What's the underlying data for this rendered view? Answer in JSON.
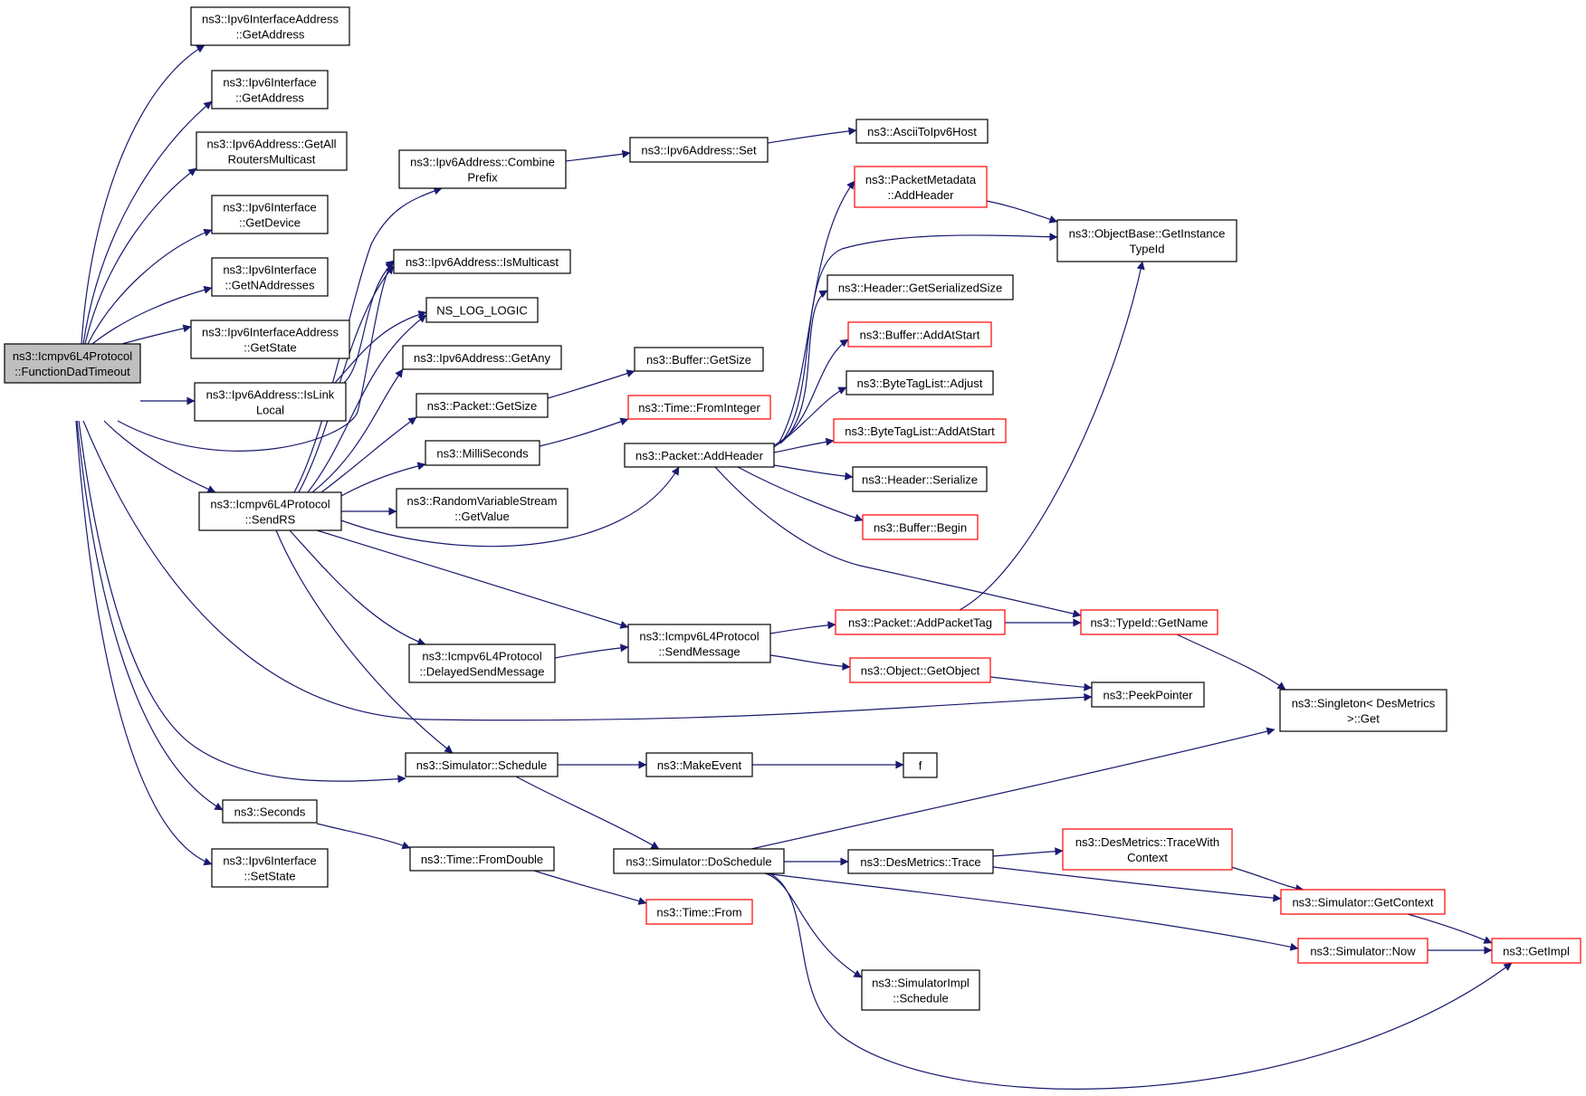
{
  "colors": {
    "edge": "#191970",
    "black_border": "#000000",
    "red_border": "#ff0000",
    "root_fill": "#bfbfbf",
    "node_fill": "#ffffff"
  },
  "nodes": {
    "n_root": {
      "lines": [
        "ns3::Icmpv6L4Protocol",
        "::FunctionDadTimeout"
      ],
      "style": "root"
    },
    "n_ifaddr_getaddr": {
      "lines": [
        "ns3::Ipv6InterfaceAddress",
        "::GetAddress"
      ],
      "style": "black"
    },
    "n_iface_getaddr": {
      "lines": [
        "ns3::Ipv6Interface",
        "::GetAddress"
      ],
      "style": "black"
    },
    "n_getall": {
      "lines": [
        "ns3::Ipv6Address::GetAll",
        "RoutersMulticast"
      ],
      "style": "black"
    },
    "n_getdevice": {
      "lines": [
        "ns3::Ipv6Interface",
        "::GetDevice"
      ],
      "style": "black"
    },
    "n_getnaddr": {
      "lines": [
        "ns3::Ipv6Interface",
        "::GetNAddresses"
      ],
      "style": "black"
    },
    "n_getstate": {
      "lines": [
        "ns3::Ipv6InterfaceAddress",
        "::GetState"
      ],
      "style": "black"
    },
    "n_islinklocal": {
      "lines": [
        "ns3::Ipv6Address::IsLink",
        "Local"
      ],
      "style": "black"
    },
    "n_sendrs": {
      "lines": [
        "ns3::Icmpv6L4Protocol",
        "::SendRS"
      ],
      "style": "black"
    },
    "n_seconds": {
      "lines": [
        "ns3::Seconds"
      ],
      "style": "black"
    },
    "n_setstate": {
      "lines": [
        "ns3::Ipv6Interface",
        "::SetState"
      ],
      "style": "black"
    },
    "n_combine": {
      "lines": [
        "ns3::Ipv6Address::Combine",
        "Prefix"
      ],
      "style": "black"
    },
    "n_ismulticast": {
      "lines": [
        "ns3::Ipv6Address::IsMulticast"
      ],
      "style": "black"
    },
    "n_nslog": {
      "lines": [
        "NS_LOG_LOGIC"
      ],
      "style": "black"
    },
    "n_getany": {
      "lines": [
        "ns3::Ipv6Address::GetAny"
      ],
      "style": "black"
    },
    "n_pkt_getsize": {
      "lines": [
        "ns3::Packet::GetSize"
      ],
      "style": "black"
    },
    "n_milli": {
      "lines": [
        "ns3::MilliSeconds"
      ],
      "style": "black"
    },
    "n_rvs": {
      "lines": [
        "ns3::RandomVariableStream",
        "::GetValue"
      ],
      "style": "black"
    },
    "n_delayed": {
      "lines": [
        "ns3::Icmpv6L4Protocol",
        "::DelayedSendMessage"
      ],
      "style": "black"
    },
    "n_schedule": {
      "lines": [
        "ns3::Simulator::Schedule"
      ],
      "style": "black"
    },
    "n_fromdouble": {
      "lines": [
        "ns3::Time::FromDouble"
      ],
      "style": "black"
    },
    "n_set": {
      "lines": [
        "ns3::Ipv6Address::Set"
      ],
      "style": "black"
    },
    "n_ascii": {
      "lines": [
        "ns3::AsciiToIpv6Host"
      ],
      "style": "black"
    },
    "n_buf_getsize": {
      "lines": [
        "ns3::Buffer::GetSize"
      ],
      "style": "black"
    },
    "n_frominteger": {
      "lines": [
        "ns3::Time::FromInteger"
      ],
      "style": "red"
    },
    "n_addheader": {
      "lines": [
        "ns3::Packet::AddHeader"
      ],
      "style": "black"
    },
    "n_sendmessage": {
      "lines": [
        "ns3::Icmpv6L4Protocol",
        "::SendMessage"
      ],
      "style": "black"
    },
    "n_makeevent": {
      "lines": [
        "ns3::MakeEvent"
      ],
      "style": "black"
    },
    "n_doschedule": {
      "lines": [
        "ns3::Simulator::DoSchedule"
      ],
      "style": "black"
    },
    "n_timefrom": {
      "lines": [
        "ns3::Time::From"
      ],
      "style": "red"
    },
    "n_pm_addheader": {
      "lines": [
        "ns3::PacketMetadata",
        "::AddHeader"
      ],
      "style": "red"
    },
    "n_hdr_getsersize": {
      "lines": [
        "ns3::Header::GetSerializedSize"
      ],
      "style": "black"
    },
    "n_buf_addatstart": {
      "lines": [
        "ns3::Buffer::AddAtStart"
      ],
      "style": "red"
    },
    "n_btl_adjust": {
      "lines": [
        "ns3::ByteTagList::Adjust"
      ],
      "style": "black"
    },
    "n_btl_addatstart": {
      "lines": [
        "ns3::ByteTagList::AddAtStart"
      ],
      "style": "red"
    },
    "n_hdr_serialize": {
      "lines": [
        "ns3::Header::Serialize"
      ],
      "style": "black"
    },
    "n_buf_begin": {
      "lines": [
        "ns3::Buffer::Begin"
      ],
      "style": "red"
    },
    "n_addpackettag": {
      "lines": [
        "ns3::Packet::AddPacketTag"
      ],
      "style": "red"
    },
    "n_getobject": {
      "lines": [
        "ns3::Object::GetObject"
      ],
      "style": "red"
    },
    "n_f": {
      "lines": [
        "f"
      ],
      "style": "black"
    },
    "n_dm_trace": {
      "lines": [
        "ns3::DesMetrics::Trace"
      ],
      "style": "black"
    },
    "n_simimpl_sched": {
      "lines": [
        "ns3::SimulatorImpl",
        "::Schedule"
      ],
      "style": "black"
    },
    "n_getinstance": {
      "lines": [
        "ns3::ObjectBase::GetInstance",
        "TypeId"
      ],
      "style": "black"
    },
    "n_typeid_getname": {
      "lines": [
        "ns3::TypeId::GetName"
      ],
      "style": "red"
    },
    "n_peekpointer": {
      "lines": [
        "ns3::PeekPointer"
      ],
      "style": "black"
    },
    "n_dm_tracewith": {
      "lines": [
        "ns3::DesMetrics::TraceWith",
        "Context"
      ],
      "style": "red"
    },
    "n_getcontext": {
      "lines": [
        "ns3::Simulator::GetContext"
      ],
      "style": "red"
    },
    "n_now": {
      "lines": [
        "ns3::Simulator::Now"
      ],
      "style": "red"
    },
    "n_singleton": {
      "lines": [
        "ns3::Singleton< DesMetrics",
        ">::Get"
      ],
      "style": "black"
    },
    "n_getimpl": {
      "lines": [
        "ns3::GetImpl"
      ],
      "style": "red"
    }
  }
}
